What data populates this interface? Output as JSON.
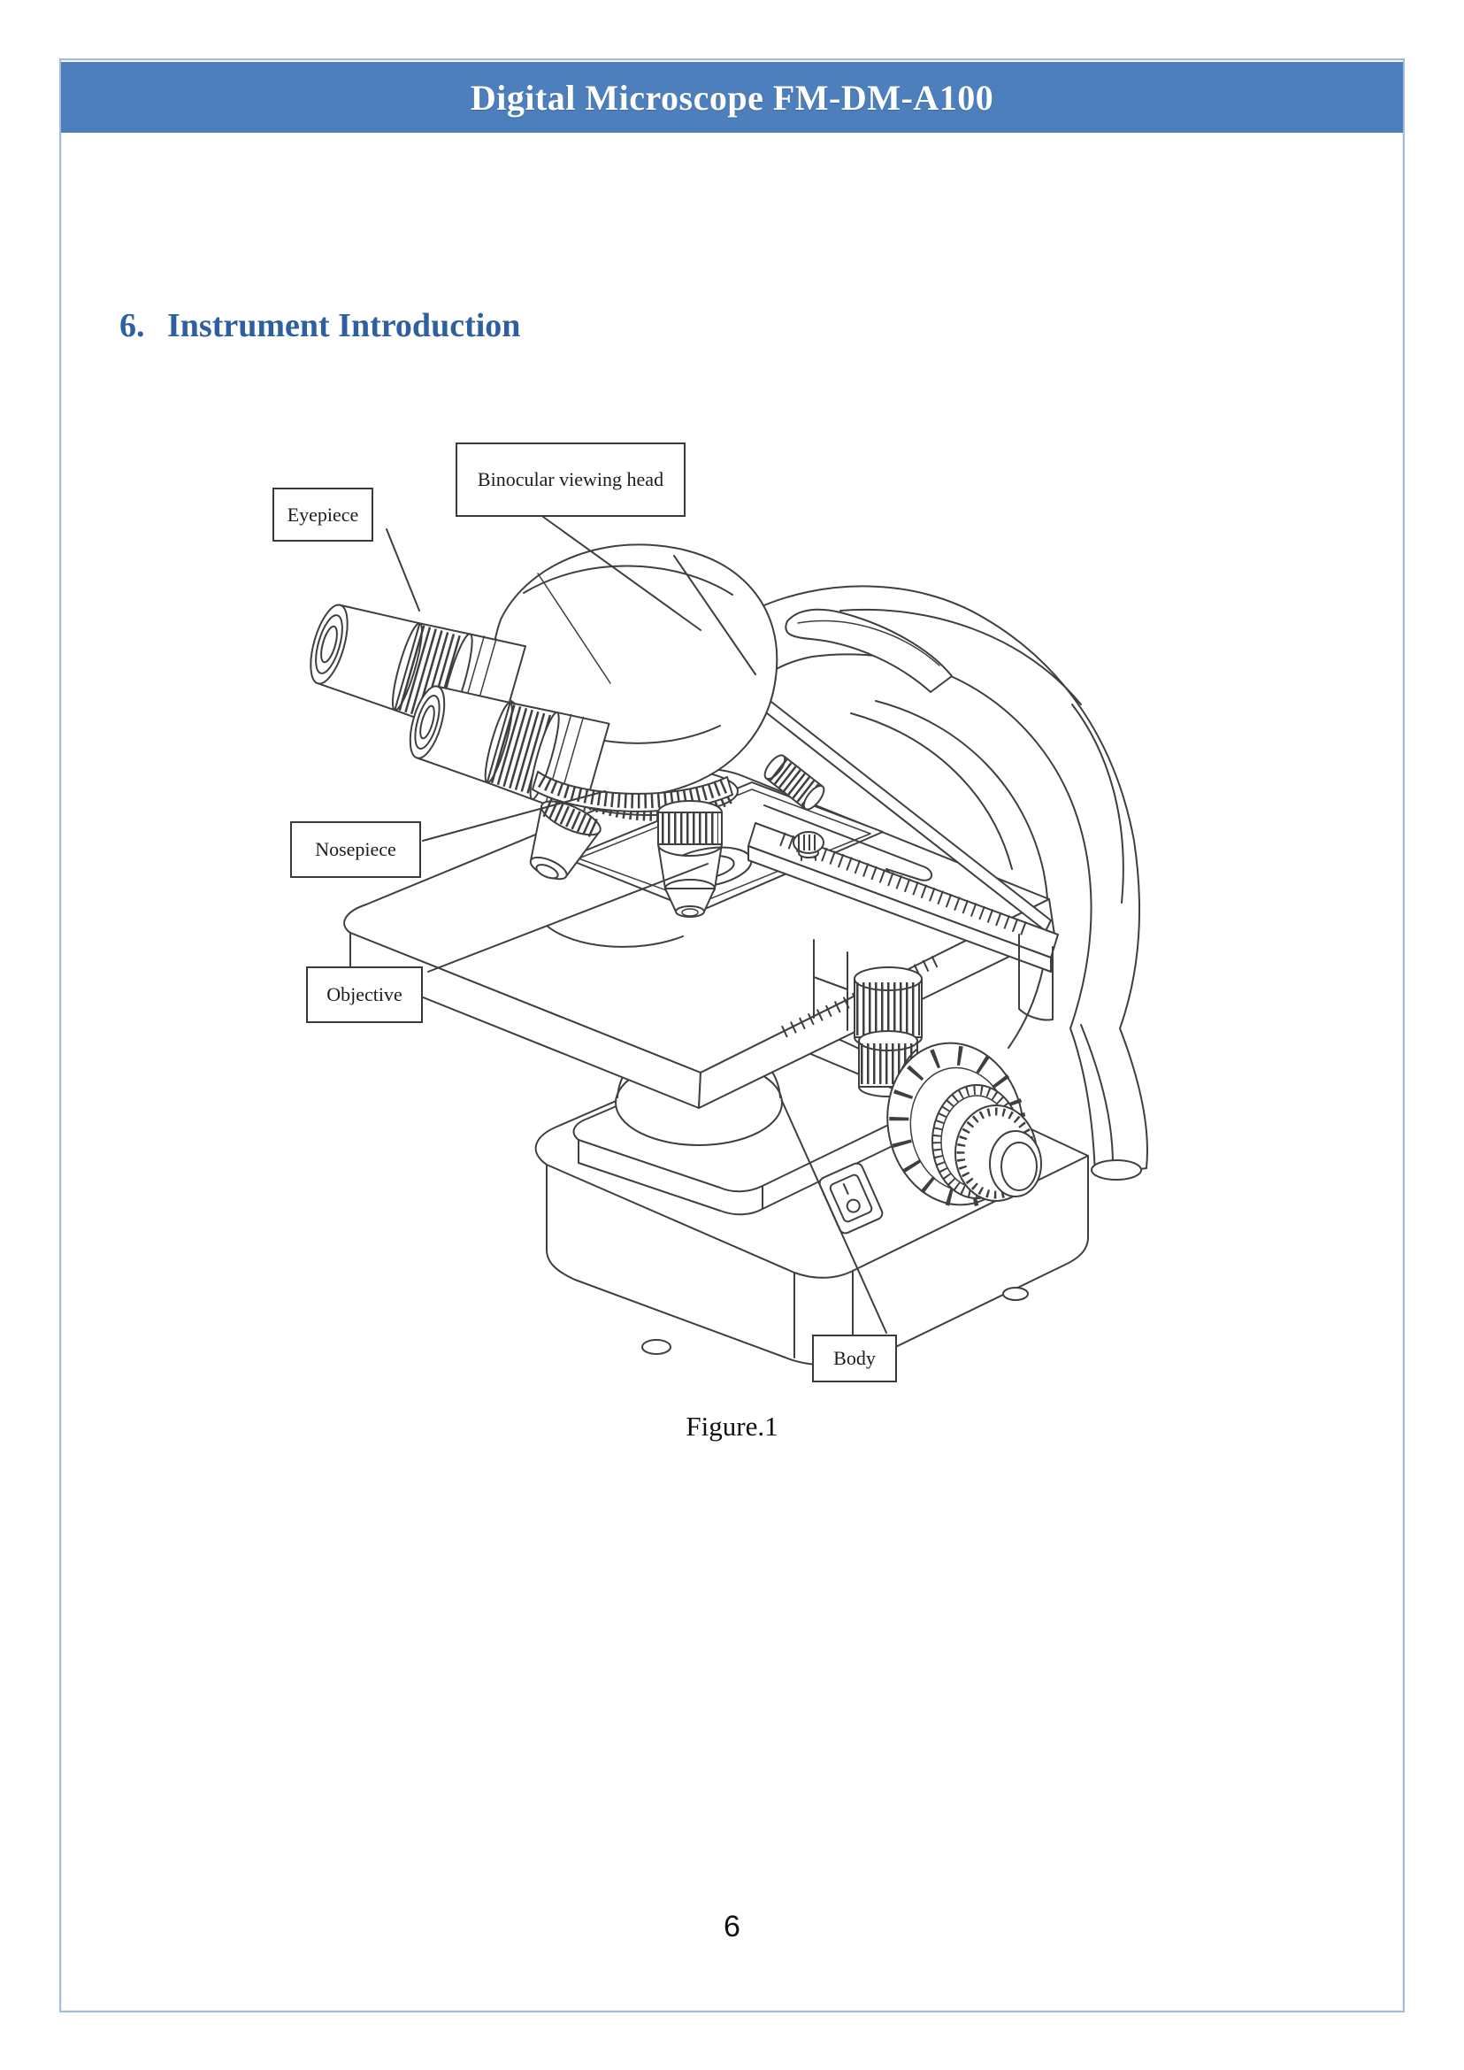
{
  "header": {
    "title": "Digital Microscope FM-DM-A100"
  },
  "section_heading": {
    "number": "6.",
    "text": "Instrument Introduction"
  },
  "figure": {
    "caption": "Figure.1",
    "labels": [
      {
        "id": "eyepiece",
        "text": "Eyepiece"
      },
      {
        "id": "binocular-viewing-head",
        "text": "Binocular viewing head"
      },
      {
        "id": "nosepiece",
        "text": "Nosepiece"
      },
      {
        "id": "objective",
        "text": "Objective"
      },
      {
        "id": "body",
        "text": "Body"
      }
    ]
  },
  "footer": {
    "page_number": "6"
  },
  "colors": {
    "header_bg": "#4d7fbc",
    "header_text": "#ffffff",
    "heading_text": "#2e5f9e",
    "page_border": "#a3bcdc",
    "label_border": "#3a3a3a",
    "line_art": "#3f3f3f"
  }
}
